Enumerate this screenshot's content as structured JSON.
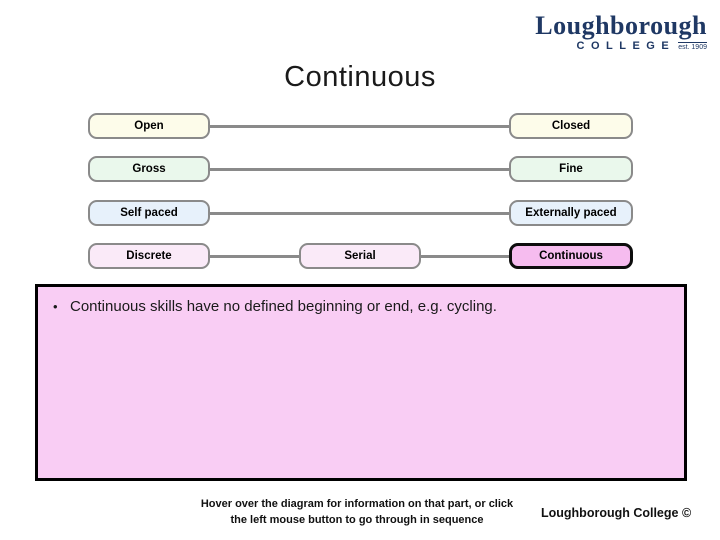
{
  "logo": {
    "name": "Loughborough",
    "college": "COLLEGE",
    "est": "est. 1909"
  },
  "title": "Continuous",
  "diagram": {
    "rows": [
      {
        "left": "Open",
        "right": "Closed"
      },
      {
        "left": "Gross",
        "right": "Fine"
      },
      {
        "left": "Self paced",
        "right": "Externally paced"
      },
      {
        "left": "Discrete",
        "middle": "Serial",
        "right": "Continuous"
      }
    ],
    "highlighted": "Continuous"
  },
  "info": {
    "bullet": "•",
    "text": "Continuous skills have no defined beginning or end, e.g. cycling."
  },
  "footer": {
    "line1": "Hover over the diagram for information on that part, or click",
    "line2": "the left mouse button to go through in sequence",
    "copyright": "Loughborough College ©"
  },
  "colors": {
    "navy": "#1F3864",
    "box_border": "#8A8A8A",
    "row_open_closed": "#FDFCEA",
    "row_gross_fine": "#EAF8EC",
    "row_paced": "#E7F1FB",
    "row_discrete_serial": "#FAEAF8",
    "highlight_fill": "#F6BCEF",
    "highlight_border": "#0D0D0D",
    "panel_fill": "#F9CDF4",
    "panel_border": "#000000"
  }
}
